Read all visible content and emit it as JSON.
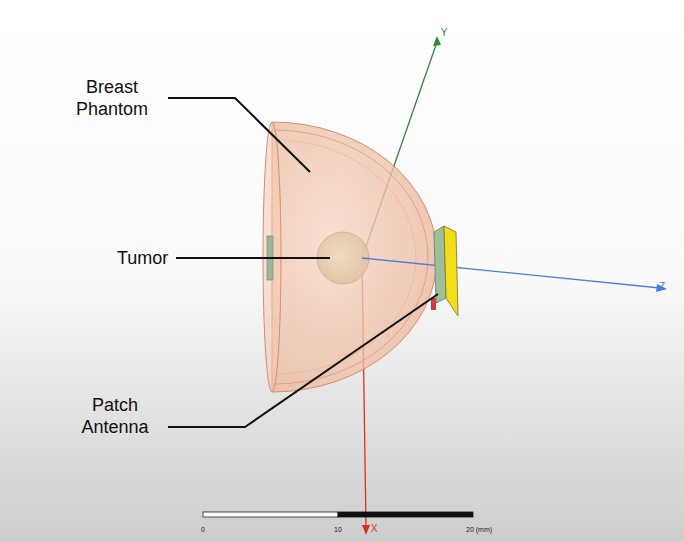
{
  "diagram": {
    "labels": [
      "Breast Phantom",
      "Tumor",
      "Patch Antenna",
      "Y",
      "Z",
      "X",
      "0",
      "10",
      "20 (mm)"
    ]
  }
}
